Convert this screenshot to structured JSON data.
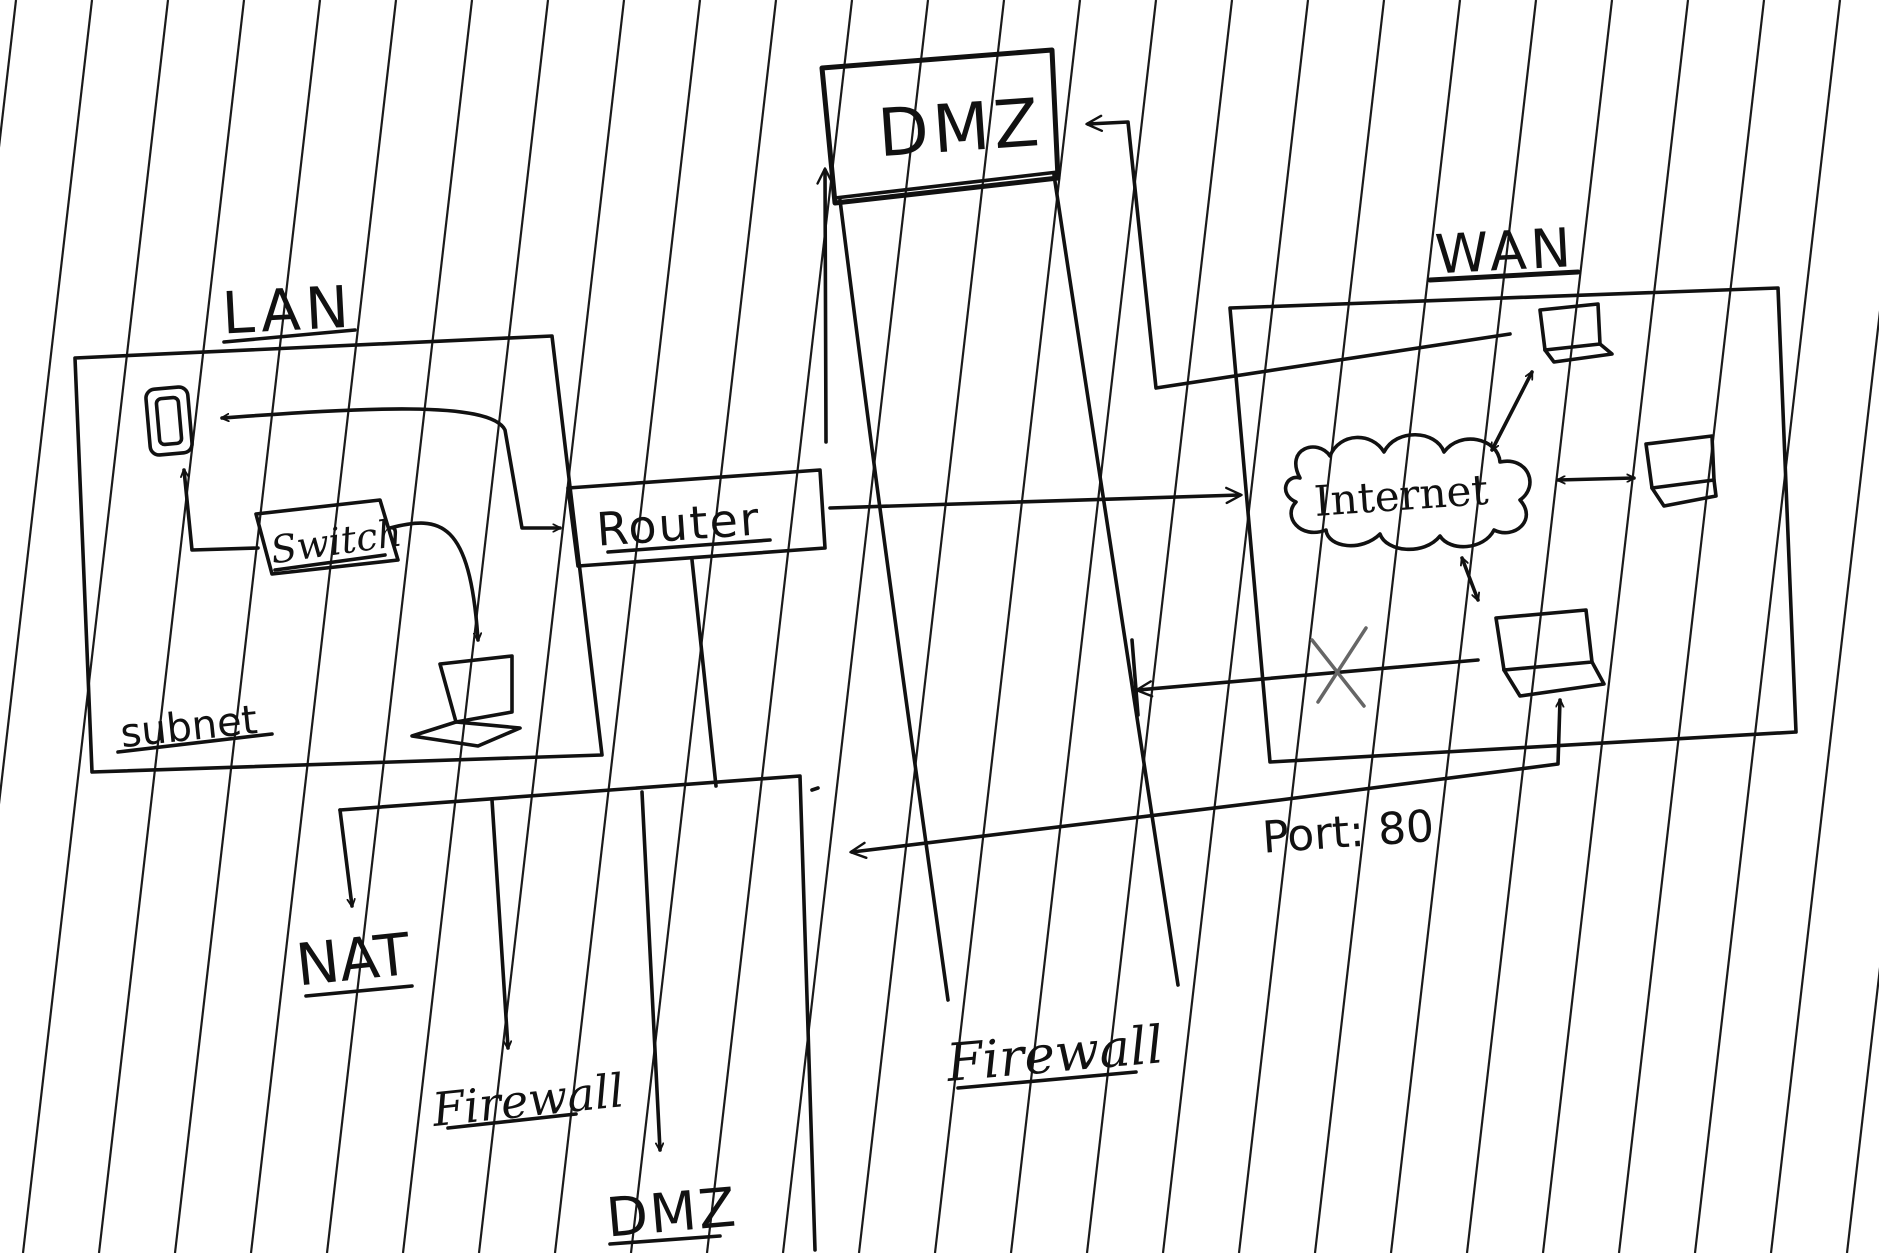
{
  "labels": {
    "dmz_box": "DMZ",
    "lan": "LAN",
    "wan": "WAN",
    "switch": "Switch",
    "router": "Router",
    "subnet": "subnet",
    "internet": "Internet",
    "port": "Port: 80",
    "nat": "NAT",
    "firewall_left": "Firewall",
    "dmz_bottom": "DMZ",
    "firewall_center": "Firewall"
  },
  "colors": {
    "ink": "#111111",
    "paper": "#ffffff",
    "blocked_mark": "#666666"
  },
  "icons": {
    "phone": "mobile-phone-icon",
    "laptop": "laptop-icon",
    "cloud": "cloud-icon",
    "blocked": "x-mark-icon"
  }
}
